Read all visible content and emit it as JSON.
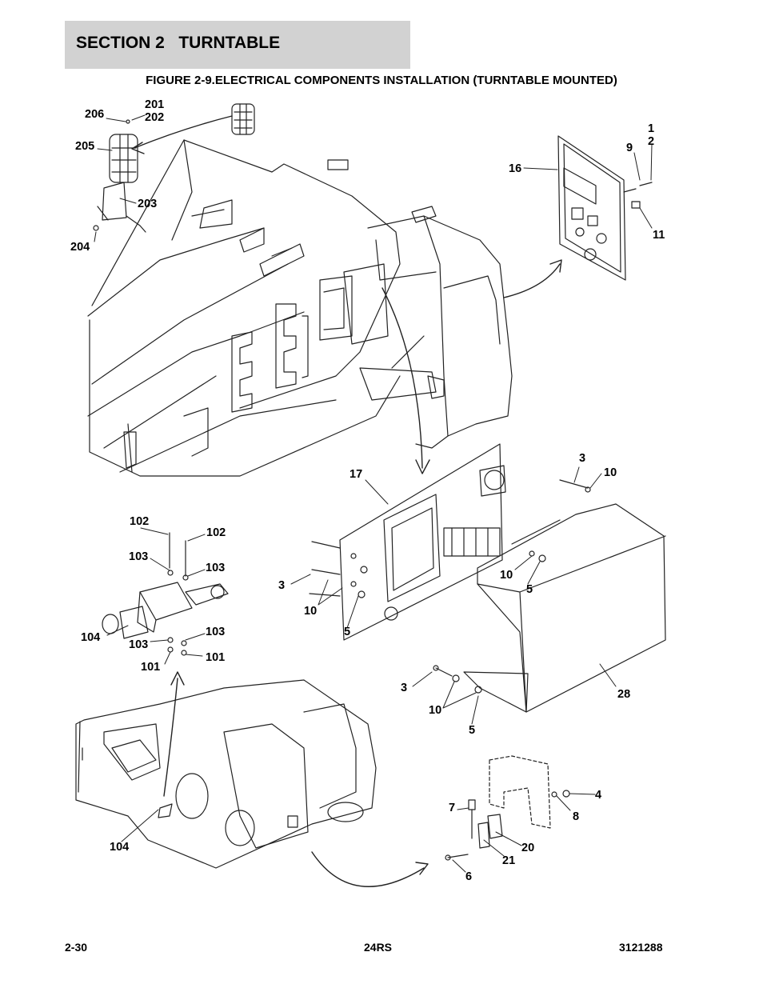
{
  "header": {
    "section": "SECTION 2   TURNTABLE",
    "figure_title": "FIGURE 2-9.ELECTRICAL COMPONENTS INSTALLATION (TURNTABLE MOUNTED)"
  },
  "callouts": [
    "201",
    "202",
    "206",
    "205",
    "203",
    "204",
    "1",
    "2",
    "9",
    "16",
    "11",
    "17",
    "3",
    "10",
    "3",
    "10",
    "5",
    "10",
    "5",
    "28",
    "102",
    "102",
    "103",
    "103",
    "104",
    "103",
    "103",
    "101",
    "101",
    "3",
    "10",
    "5",
    "4",
    "8",
    "7",
    "20",
    "21",
    "6",
    "104"
  ],
  "footer": {
    "page": "2-30",
    "model": "24RS",
    "doc_number": "3121288"
  }
}
